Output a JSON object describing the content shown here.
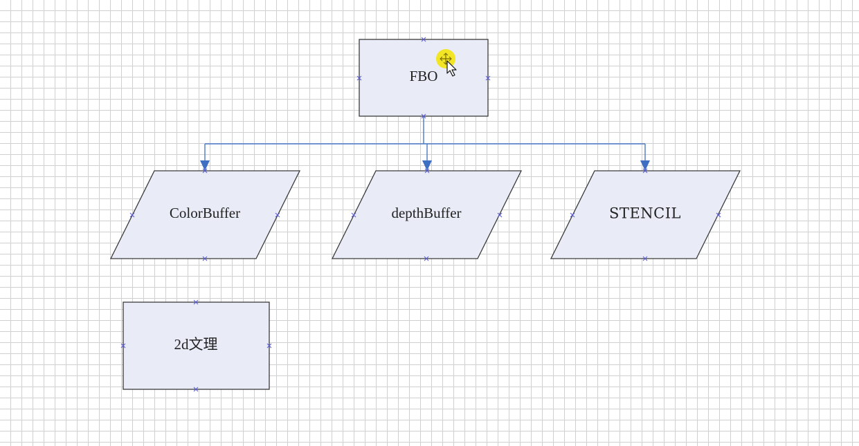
{
  "diagram": {
    "nodes": {
      "fbo": {
        "label": "FBO"
      },
      "color_buffer": {
        "label": "ColorBuffer"
      },
      "depth_buffer": {
        "label": "depthBuffer"
      },
      "stencil": {
        "label": "STENCIL"
      },
      "texture_2d": {
        "label": "2d文理"
      }
    },
    "edges": [
      {
        "from": "FBO",
        "to": "ColorBuffer"
      },
      {
        "from": "FBO",
        "to": "depthBuffer"
      },
      {
        "from": "FBO",
        "to": "STENCIL"
      }
    ],
    "colors": {
      "shape_fill": "#e9ecf7",
      "connector": "#4a78c8",
      "cursor_highlight": "#f2e400"
    },
    "cursor_icon": "move-arrow-cursor-icon"
  }
}
